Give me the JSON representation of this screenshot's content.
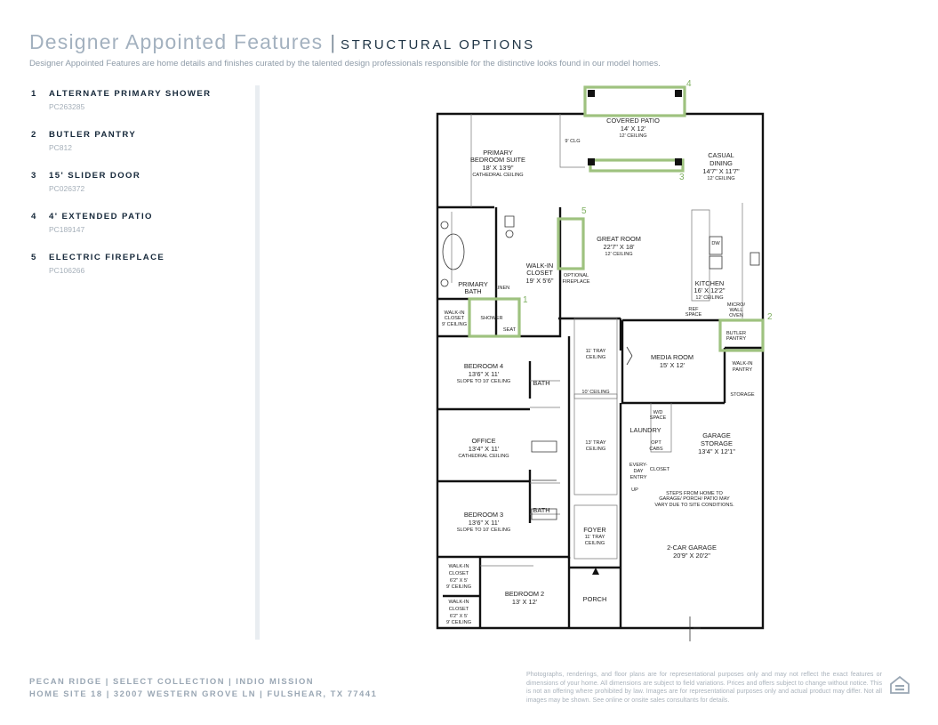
{
  "header": {
    "title_main": "Designer Appointed Features",
    "title_separator": "|",
    "title_sub": "STRUCTURAL OPTIONS",
    "subtitle": "Designer Appointed Features are home details and finishes curated by the talented design professionals responsible for the distinctive looks found in our model homes."
  },
  "options": [
    {
      "num": "1",
      "name": "ALTERNATE PRIMARY SHOWER",
      "code": "PC263285"
    },
    {
      "num": "2",
      "name": "BUTLER PANTRY",
      "code": "PC812"
    },
    {
      "num": "3",
      "name": "15' SLIDER DOOR",
      "code": "PC026372"
    },
    {
      "num": "4",
      "name": "4' EXTENDED PATIO",
      "code": "PC189147"
    },
    {
      "num": "5",
      "name": "ELECTRIC FIREPLACE",
      "code": "PC106266"
    }
  ],
  "plan": {
    "covered_patio": {
      "name": "COVERED PATIO",
      "size": "14' X 12'",
      "note": "12' CEILING"
    },
    "clg_note": "9' CLG",
    "primary_suite": {
      "l1": "PRIMARY",
      "l2": "BEDROOM SUITE",
      "size": "18' X 13'9\"",
      "note": "CATHEDRAL CEILING"
    },
    "casual_dining": {
      "l1": "CASUAL",
      "l2": "DINING",
      "size": "14'7\" X 11'7\"",
      "note": "12' CEILING"
    },
    "great_room": {
      "name": "GREAT ROOM",
      "size": "22'7\" X 18'",
      "note": "12' CEILING"
    },
    "optional_fireplace": {
      "l1": "OPTIONAL",
      "l2": "FIREPLACE"
    },
    "walkin_closet_main": {
      "l1": "WALK-IN",
      "l2": "CLOSET",
      "size": "19' X 5'6\""
    },
    "linen": "LINEN",
    "primary_bath": {
      "l1": "PRIMARY",
      "l2": "BATH"
    },
    "walkin_closet_small": {
      "l1": "WALK-IN",
      "l2": "CLOSET",
      "note": "9' CEILING"
    },
    "shower": "SHOWER",
    "seat": "SEAT",
    "dw": "DW",
    "kitchen": {
      "name": "KITCHEN",
      "size": "16' X 12'2\"",
      "note": "12' CEILING"
    },
    "ref_space": {
      "l1": "REF",
      "l2": "SPACE"
    },
    "micro_wall_oven": {
      "l1": "MICRO/",
      "l2": "WALL",
      "l3": "OVEN"
    },
    "butler_pantry": {
      "l1": "BUTLER",
      "l2": "PANTRY"
    },
    "walkin_pantry": {
      "l1": "WALK-IN",
      "l2": "PANTRY"
    },
    "storage": "STORAGE",
    "tray_11_a": {
      "l1": "11' TRAY",
      "l2": "CEILING"
    },
    "ceiling_10": "10' CEILING",
    "media_room": {
      "name": "MEDIA ROOM",
      "size": "15' X 12'"
    },
    "bedroom4": {
      "name": "BEDROOM 4",
      "size": "13'6\" X 11'",
      "note": "SLOPE TO 10' CEILING"
    },
    "bath_a": "BATH",
    "wd_space": {
      "l1": "W/D",
      "l2": "SPACE"
    },
    "laundry": "LAUNDRY",
    "opt_cabs": {
      "l1": "OPT",
      "l2": "CABS"
    },
    "garage_storage": {
      "l1": "GARAGE",
      "l2": "STORAGE",
      "size": "13'4\" X 12'1\""
    },
    "office": {
      "name": "OFFICE",
      "size": "13'4\" X 11'",
      "note": "CATHEDRAL CEILING"
    },
    "tray_13": {
      "l1": "13' TRAY",
      "l2": "CEILING"
    },
    "everyday_entry": {
      "l1": "EVERY-",
      "l2": "DAY",
      "l3": "ENTRY"
    },
    "closet": "CLOSET",
    "up": "UP",
    "steps_note": {
      "l1": "STEPS FROM HOME TO",
      "l2": "GARAGE/ PORCH/ PATIO MAY",
      "l3": "VARY DUE TO SITE CONDITIONS."
    },
    "bedroom3": {
      "name": "BEDROOM 3",
      "size": "13'6\" X 11'",
      "note": "SLOPE TO 10' CEILING"
    },
    "bath_b": "BATH",
    "foyer": {
      "name": "FOYER",
      "l1": "11' TRAY",
      "l2": "CEILING"
    },
    "garage": {
      "name": "2-CAR GARAGE",
      "size": "20'9\" X 20'2\""
    },
    "walkin_closet_b1": {
      "l1": "WALK-IN",
      "l2": "CLOSET",
      "size": "6'2\" X 5'",
      "note": "9' CEILING"
    },
    "walkin_closet_b2": {
      "l1": "WALK-IN",
      "l2": "CLOSET",
      "size": "6'2\" X 5'",
      "note": "9' CEILING"
    },
    "bedroom2": {
      "name": "BEDROOM 2",
      "size": "13' X 12'"
    },
    "porch": "PORCH",
    "callouts": {
      "c1": "1",
      "c2": "2",
      "c3": "3",
      "c4": "4",
      "c5": "5"
    }
  },
  "footer": {
    "line1": "PECAN RIDGE  |  SELECT COLLECTION  |  INDIO MISSION",
    "line2": "HOME SITE 18  |  32007 WESTERN GROVE LN   |  FULSHEAR, TX 77441",
    "disclaimer": "Photographs, renderings, and floor plans are for representational purposes only and may not reflect the exact features or dimensions of your home. All dimensions are subject to field variations. Prices and offers subject to change without notice. This is not an offering where prohibited by law. Images are for representational purposes only and actual product may differ. Not all images may be shown. See online or onsite sales consultants for details."
  },
  "colors": {
    "option_highlight": "#9ec27f",
    "heading": "#a3b1bf",
    "text_dark": "#16283a"
  },
  "icons": {
    "equal_housing": "equal-housing-opportunity-icon"
  }
}
